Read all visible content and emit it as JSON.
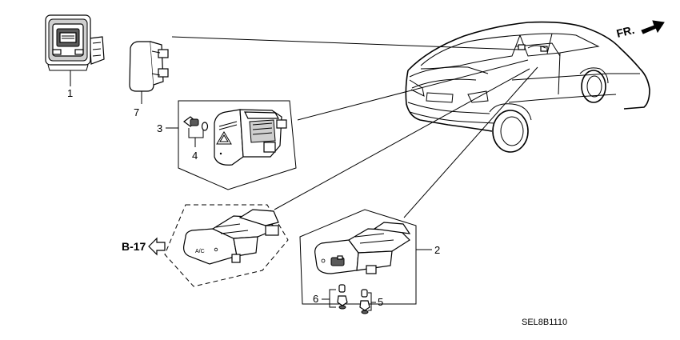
{
  "diagram": {
    "callouts": {
      "c1": "1",
      "c2": "2",
      "c3": "3",
      "c4": "4",
      "c5": "5",
      "c6": "6",
      "c7": "7"
    },
    "reference": "B-17",
    "direction": "FR.",
    "code": "SEL8B1110",
    "ac_switch_text": "A/C",
    "icons": [
      "switch-assembly-icon",
      "hazard-switch-icon",
      "ac-switch-icon",
      "defroster-switch-icon",
      "bulb-icon",
      "car-outline-icon",
      "arrow-left-icon",
      "arrow-right-icon"
    ]
  }
}
